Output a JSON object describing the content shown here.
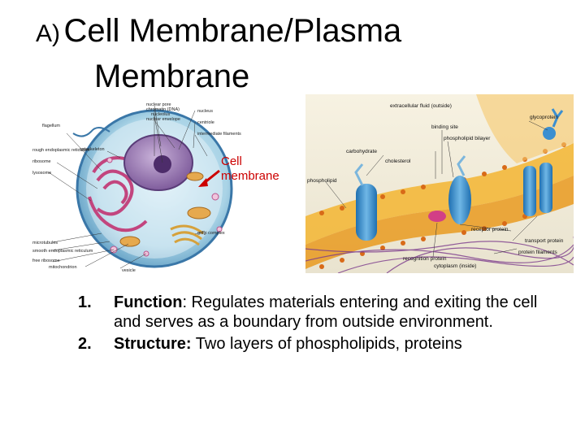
{
  "slide": {
    "title_prefix": "A)",
    "title_main": "Cell Membrane/Plasma",
    "title_line2": "Membrane"
  },
  "cell_figure": {
    "labels": {
      "nuclear_pore": "nuclear pore",
      "chromatin": "chromatin (DNA)",
      "nucleolus": "nucleolus",
      "nuclear_envelope": "nuclear envelope",
      "nucleus": "nucleus",
      "centriole": "centriole",
      "flagellum": "flagellum",
      "intermediate_filaments": "intermediate filaments",
      "cytoskeleton": "cytoskeleton",
      "rough_er": "rough endoplasmic reticulum",
      "ribosome": "ribosome",
      "lysosome": "lysosome",
      "golgi": "golgi complex",
      "microtubules": "microtubules",
      "smooth_er": "smooth endoplasmic reticulum",
      "free_ribosome": "free ribosome",
      "mitochondrion": "mitochondrion",
      "vesicle": "vesicle"
    }
  },
  "callout": {
    "line1": "Cell",
    "line2": "membrane"
  },
  "membrane_figure": {
    "labels": {
      "extracellular": "extracellular fluid (outside)",
      "glycoprotein": "glycoprotein",
      "binding_site": "binding site",
      "phospholipid_bilayer": "phospholipid bilayer",
      "carbohydrate": "carbohydrate",
      "cholesterol": "cholesterol",
      "phospholipid": "phospholipid",
      "receptor_protein": "receptor protein",
      "transport_protein": "transport protein",
      "protein_filaments": "protein filaments",
      "recognition_protein": "recognition protein",
      "cytoplasm": "cytoplasm (inside)"
    }
  },
  "list": [
    {
      "number": "1.",
      "term": "Function",
      "separator": ":",
      "text": "  Regulates materials entering and exiting the cell and serves as a boundary from outside environment."
    },
    {
      "number": "2.",
      "term": "Structure:",
      "separator": "",
      "text": "  Two layers of phospholipids, proteins"
    }
  ]
}
